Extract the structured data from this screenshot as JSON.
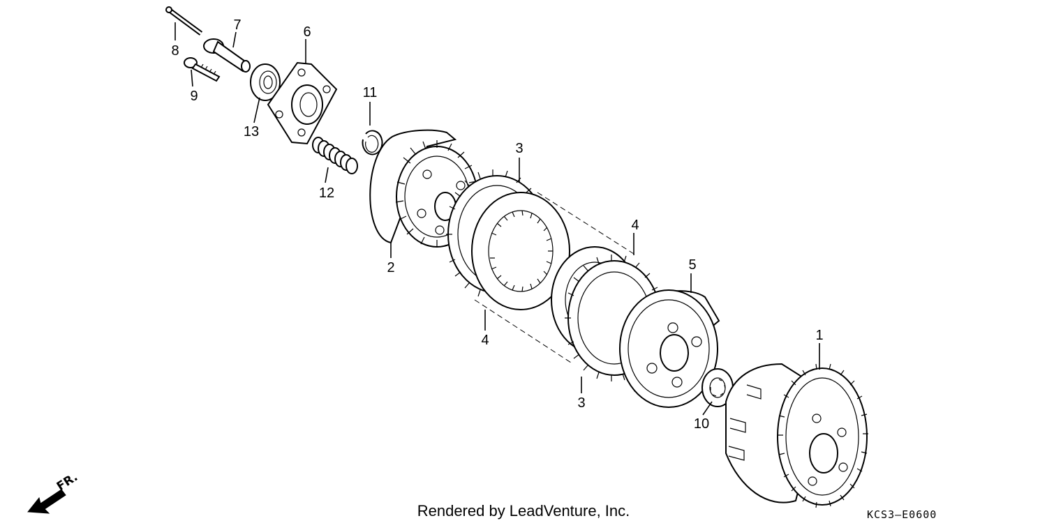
{
  "diagram": {
    "callouts": [
      {
        "id": "c1",
        "label": "1"
      },
      {
        "id": "c2",
        "label": "2"
      },
      {
        "id": "c3a",
        "label": "3"
      },
      {
        "id": "c3b",
        "label": "3"
      },
      {
        "id": "c4a",
        "label": "4"
      },
      {
        "id": "c4b",
        "label": "4"
      },
      {
        "id": "c5",
        "label": "5"
      },
      {
        "id": "c6",
        "label": "6"
      },
      {
        "id": "c7",
        "label": "7"
      },
      {
        "id": "c8",
        "label": "8"
      },
      {
        "id": "c9",
        "label": "9"
      },
      {
        "id": "c10",
        "label": "10"
      },
      {
        "id": "c11",
        "label": "11"
      },
      {
        "id": "c12",
        "label": "12"
      },
      {
        "id": "c13",
        "label": "13"
      }
    ],
    "direction_label": "FR.",
    "credit": "Rendered by LeadVenture, Inc.",
    "diagram_code": "KCS3–E0600"
  }
}
